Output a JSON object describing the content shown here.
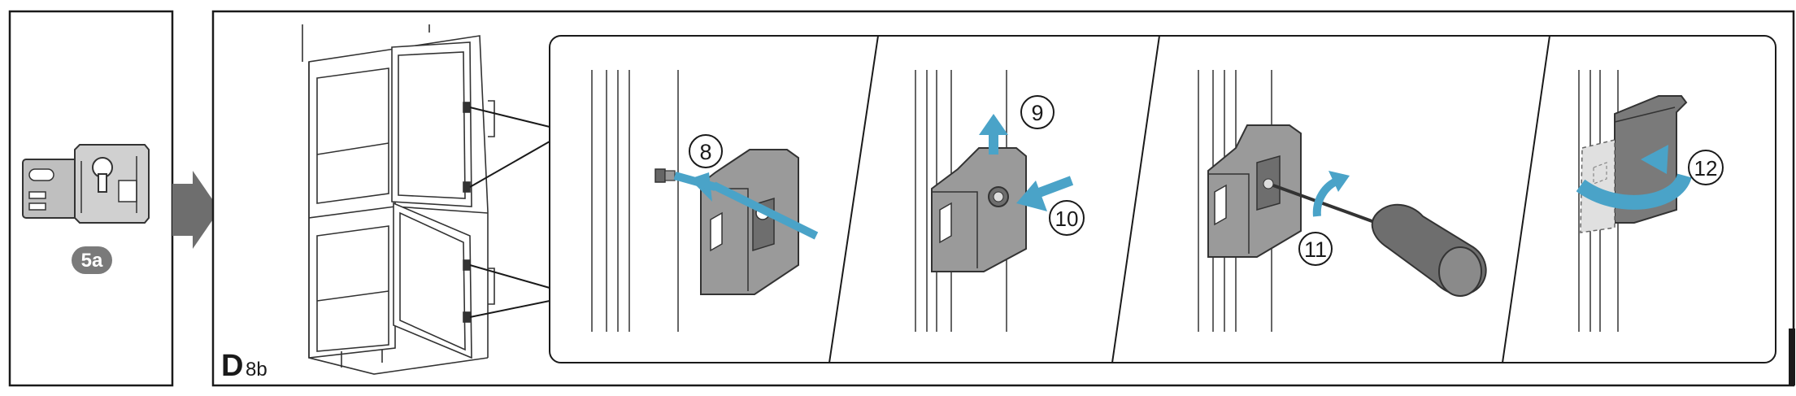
{
  "left_panel": {
    "badge": "5a"
  },
  "main_panel": {
    "section_letter": "D",
    "section_suffix": "8b"
  },
  "steps": [
    {
      "number": "8"
    },
    {
      "number": "9"
    },
    {
      "number": "10"
    },
    {
      "number": "11"
    },
    {
      "number": "12"
    }
  ],
  "colors": {
    "frame": "#1a1a1a",
    "arrow_blue": "#4aa3c8",
    "bracket_grey": "#8c8c8c",
    "bracket_dark": "#4a4a4a",
    "badge_grey": "#7a7a7a",
    "transition_arrow": "#6e6e6e"
  },
  "icons": [
    "hinge-bracket-icon",
    "fridge-icon",
    "screw-icon",
    "screwdriver-icon",
    "arrow-right-icon"
  ]
}
